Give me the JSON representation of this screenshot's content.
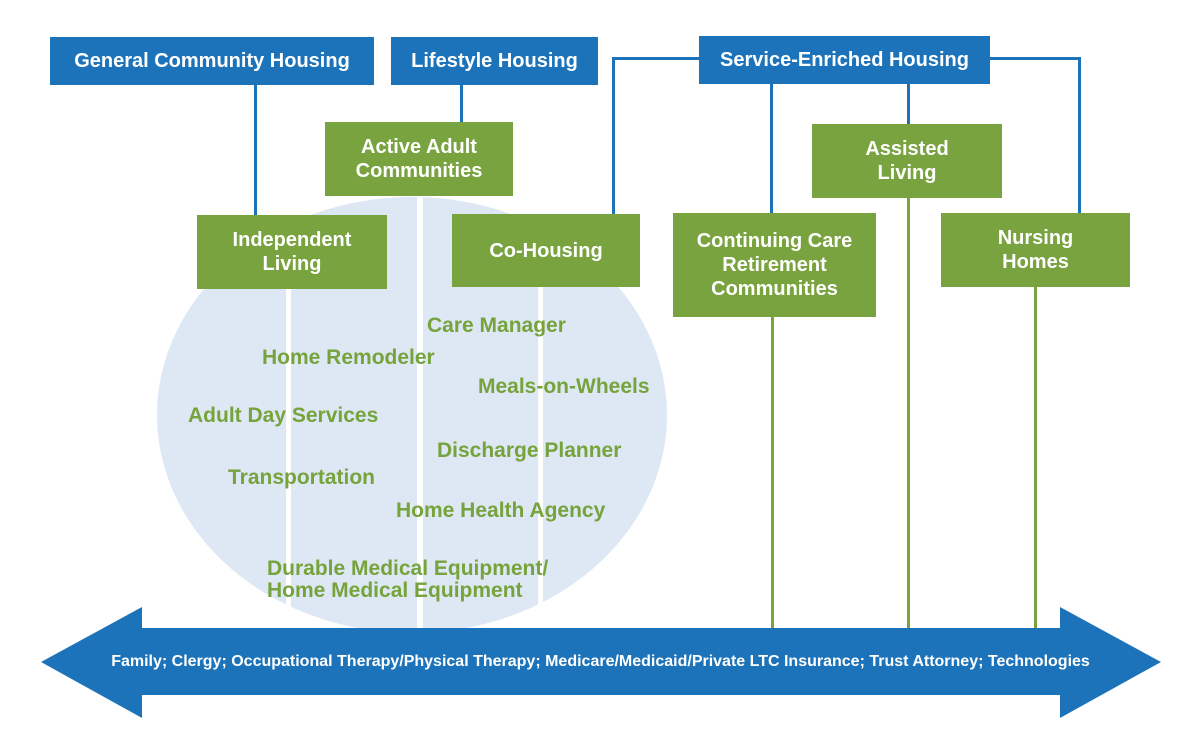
{
  "colors": {
    "blue": "#1C73B9",
    "green": "#78A33E",
    "circle_fill": "#DDE8F4",
    "service_text_green": "#76A33C"
  },
  "housing_types": [
    {
      "id": "general_community",
      "label": "General Community Housing"
    },
    {
      "id": "lifestyle",
      "label": "Lifestyle Housing"
    },
    {
      "id": "service_enriched",
      "label": "Service-Enriched Housing"
    }
  ],
  "housing_models": [
    {
      "id": "active_adult",
      "label": "Active Adult\nCommunities"
    },
    {
      "id": "independent_living",
      "label": "Independent\nLiving"
    },
    {
      "id": "co_housing",
      "label": "Co-Housing"
    },
    {
      "id": "ccrc",
      "label": "Continuing Care\nRetirement\nCommunities"
    },
    {
      "id": "assisted_living",
      "label": "Assisted\nLiving"
    },
    {
      "id": "nursing_homes",
      "label": "Nursing\nHomes"
    }
  ],
  "community_services": [
    {
      "id": "care_manager",
      "label": "Care Manager"
    },
    {
      "id": "home_remodeler",
      "label": "Home Remodeler"
    },
    {
      "id": "meals_on_wheels",
      "label": "Meals-on-Wheels"
    },
    {
      "id": "adult_day_services",
      "label": "Adult Day Services"
    },
    {
      "id": "discharge_planner",
      "label": "Discharge Planner"
    },
    {
      "id": "transportation",
      "label": "Transportation"
    },
    {
      "id": "home_health_agency",
      "label": "Home Health Agency"
    },
    {
      "id": "dme",
      "label": "Durable Medical Equipment/\nHome Medical Equipment"
    }
  ],
  "support_arrow": {
    "label": "Family; Clergy; Occupational Therapy/Physical Therapy; Medicare/Medicaid/Private LTC Insurance; Trust Attorney; Technologies"
  }
}
